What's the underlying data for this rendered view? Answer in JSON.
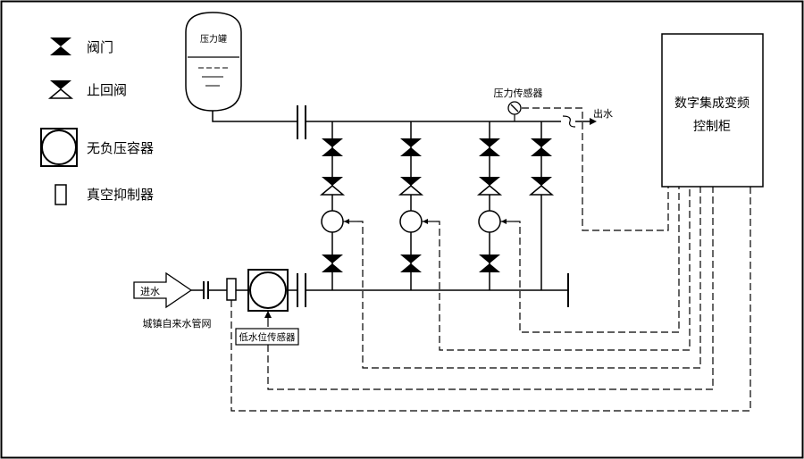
{
  "legend": {
    "valve": "阀门",
    "check_valve": "止回阀",
    "tank": "无负压容器",
    "suppressor": "真空抑制器"
  },
  "pressure_tank": {
    "label": "压力罐"
  },
  "pressure_sensor": {
    "label": "压力传感器"
  },
  "outlet": {
    "label": "出水"
  },
  "inlet": {
    "label": "进水",
    "source_label": "城镇自来水管网"
  },
  "low_level_sensor": {
    "label": "低水位传感器"
  },
  "control_cabinet": {
    "line1": "数字集成变频",
    "line2": "控制柜"
  }
}
